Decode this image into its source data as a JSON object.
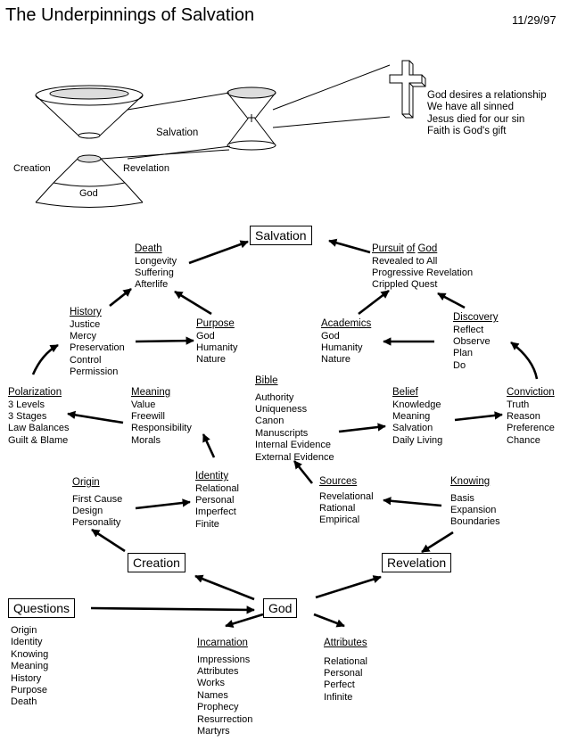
{
  "title": "The Underpinnings of Salvation",
  "date": "11/29/97",
  "top": {
    "salvation": "Salvation",
    "creation": "Creation",
    "revelation": "Revelation",
    "god": "God",
    "cross_lines": [
      "God desires a relationship",
      "We have all sinned",
      "Jesus died for our sin",
      "Faith is God's gift"
    ]
  },
  "boxes": {
    "salvation": "Salvation",
    "creation": "Creation",
    "revelation": "Revelation",
    "questions": "Questions",
    "god": "God"
  },
  "groups": {
    "death": {
      "title": "Death",
      "items": [
        "Longevity",
        "Suffering",
        "Afterlife"
      ]
    },
    "pursuit": {
      "title_a": "Pursuit",
      "title_b": "of",
      "title_c": "God",
      "items": [
        "Revealed to All",
        "Progressive Revelation",
        "Crippled Quest"
      ]
    },
    "history": {
      "title": "History",
      "items": [
        "Justice",
        "Mercy",
        "Preservation",
        "Control",
        "Permission"
      ]
    },
    "purpose": {
      "title": "Purpose",
      "items": [
        "God",
        "Humanity",
        "Nature"
      ]
    },
    "academics": {
      "title": "Academics",
      "items": [
        "God",
        "Humanity",
        "Nature"
      ]
    },
    "discovery": {
      "title": "Discovery",
      "items": [
        "Reflect",
        "Observe",
        "Plan",
        "Do"
      ]
    },
    "polarization": {
      "title": "Polarization",
      "items": [
        "3 Levels",
        "3 Stages",
        "Law Balances",
        "Guilt & Blame"
      ]
    },
    "meaning": {
      "title": "Meaning",
      "items": [
        "Value",
        "Freewill",
        "Responsibility",
        "Morals"
      ]
    },
    "bible": {
      "title": "Bible",
      "items": [
        "Authority",
        "Uniqueness",
        "Canon",
        "Manuscripts",
        "Internal Evidence",
        "External Evidence"
      ]
    },
    "belief": {
      "title": "Belief",
      "items": [
        "Knowledge",
        "Meaning",
        "Salvation",
        "Daily Living"
      ]
    },
    "conviction": {
      "title": "Conviction",
      "items": [
        "Truth",
        "Reason",
        "Preference",
        "Chance"
      ]
    },
    "origin": {
      "title": "Origin",
      "items": [
        "First Cause",
        "Design",
        "Personality"
      ]
    },
    "identity": {
      "title": "Identity",
      "items": [
        "Relational",
        "Personal",
        "Imperfect",
        "Finite"
      ]
    },
    "sources": {
      "title": "Sources",
      "items": [
        "Revelational",
        "Rational",
        "Empirical"
      ]
    },
    "knowing": {
      "title": "Knowing",
      "items": [
        "Basis",
        "Expansion",
        "Boundaries"
      ]
    },
    "incarnation": {
      "title": "Incarnation",
      "items": [
        "Impressions",
        "Attributes",
        "Works",
        "Names",
        "Prophecy",
        "Resurrection",
        "Martyrs"
      ]
    },
    "attributes": {
      "title": "Attributes",
      "items": [
        "Relational",
        "Personal",
        "Perfect",
        "Infinite"
      ]
    }
  },
  "questions_list": [
    "Origin",
    "Identity",
    "Knowing",
    "Meaning",
    "History",
    "Purpose",
    "Death"
  ]
}
